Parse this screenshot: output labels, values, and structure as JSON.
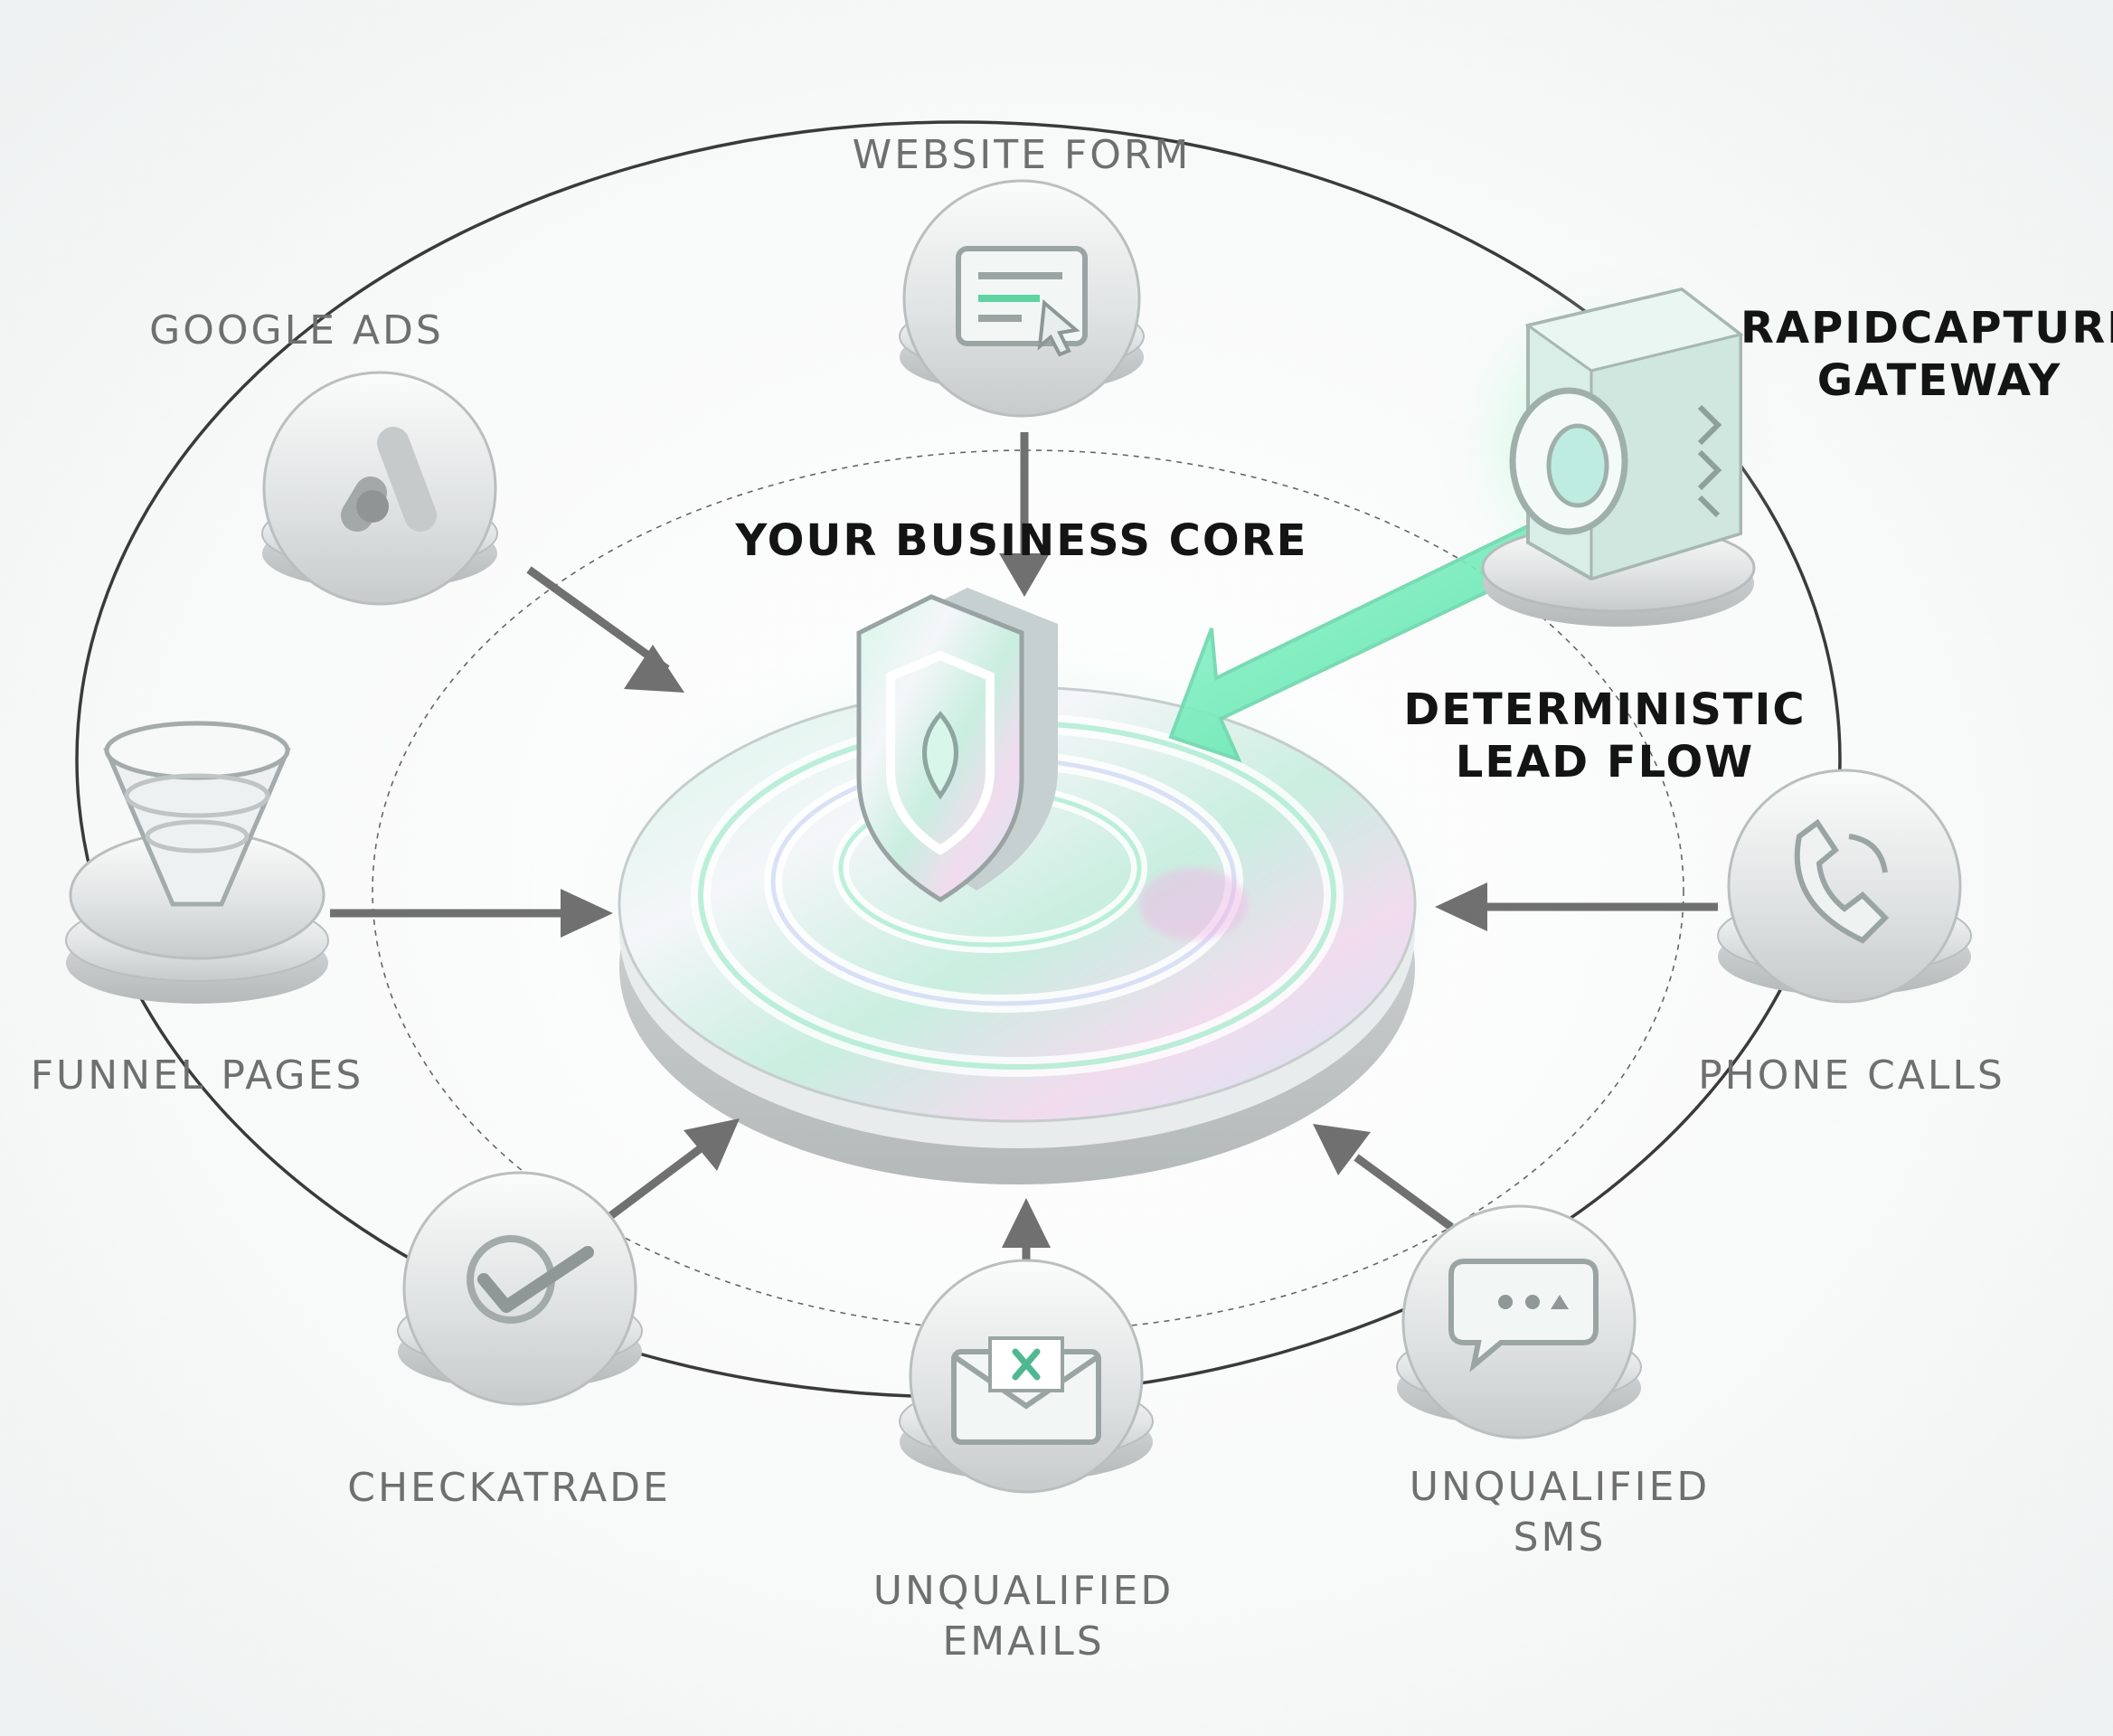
{
  "diagram": {
    "center": {
      "title": "YOUR BUSINESS CORE",
      "icon": "shield-icon"
    },
    "gateway": {
      "title_lines": [
        "RAPIDCAPTURE",
        "GATEWAY"
      ],
      "flow_lines": [
        "DETERMINISTIC",
        "LEAD FLOW"
      ],
      "icon": "gateway-box-icon"
    },
    "sources": [
      {
        "key": "website-form",
        "lines": [
          "WEBSITE FORM"
        ],
        "icon": "form-icon"
      },
      {
        "key": "google-ads",
        "lines": [
          "GOOGLE ADS"
        ],
        "icon": "google-ads-icon"
      },
      {
        "key": "funnel-pages",
        "lines": [
          "FUNNEL PAGES"
        ],
        "icon": "funnel-icon"
      },
      {
        "key": "phone-calls",
        "lines": [
          "PHONE CALLS"
        ],
        "icon": "phone-icon"
      },
      {
        "key": "checkatrade",
        "lines": [
          "CHECKATRADE"
        ],
        "icon": "checkmark-icon"
      },
      {
        "key": "unqualified-emails",
        "lines": [
          "UNQUALIFIED",
          "EMAILS"
        ],
        "icon": "envelope-icon"
      },
      {
        "key": "unqualified-sms",
        "lines": [
          "UNQUALIFIED",
          "SMS"
        ],
        "icon": "chat-bubble-icon"
      }
    ]
  },
  "colors": {
    "accent": "#3fe0a0",
    "accent_soft": "#b9f2d8",
    "orbit": "#3a3a3a",
    "arrow": "#707070",
    "node": "#e4e6e6",
    "text_dark": "#141414",
    "text_gray": "#6f6f6f"
  }
}
